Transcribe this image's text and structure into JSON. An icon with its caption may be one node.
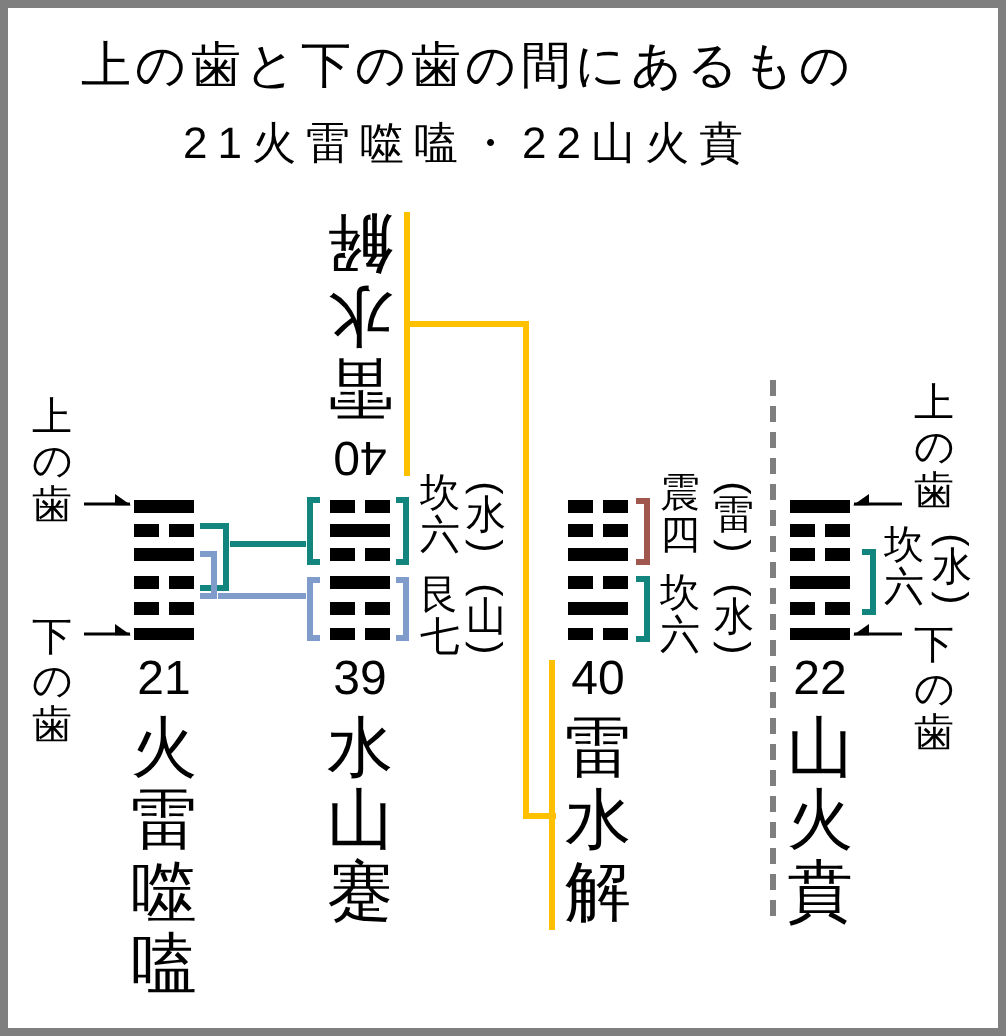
{
  "diagram": {
    "title": "上の歯と下の歯の間にあるもの",
    "nodes": [
      {
        "text": [
          "上の歯"
        ]
      },
      {
        "text": [
          "下の歯"
        ]
      },
      {
        "text": [
          "21",
          "火雷噬嗑"
        ]
      },
      {
        "text": [],
        "shape": "bracket"
      },
      {
        "text": [],
        "shape": "bracket"
      },
      {
        "text": [
          "40",
          "雷水解"
        ]
      },
      {
        "text": [
          "39",
          "水山蹇"
        ]
      },
      {
        "text": [],
        "shape": "bracket"
      },
      {
        "text": [],
        "shape": "bracket"
      },
      {
        "text": [
          "40",
          "雷水解"
        ]
      },
      {
        "text": [
          "22",
          "山火賁"
        ]
      },
      {
        "text": [
          "上の歯"
        ]
      },
      {
        "text": [
          "下の歯"
        ]
      }
    ],
    "edges": [
      {
        "from": 0,
        "to": 2,
        "arrow": "to"
      },
      {
        "from": 1,
        "to": 2,
        "arrow": "to"
      },
      {
        "from": 3,
        "to": 7,
        "arrow": "none",
        "style": "thick",
        "color": "#13857f"
      },
      {
        "from": 4,
        "to": 8,
        "arrow": "none",
        "style": "thick",
        "color": "#7f9ccb"
      },
      {
        "from": 5,
        "to": 9,
        "arrow": "none",
        "style": "thick",
        "color": "#ffc000"
      },
      {
        "from": 11,
        "to": 10,
        "arrow": "to"
      },
      {
        "from": 12,
        "to": 10,
        "arrow": "to"
      }
    ],
    "labels": [
      "21火雷噬嗑・22山火賁",
      "坎六",
      "(水)",
      "艮七",
      "(山)",
      "震四",
      "(雷)",
      "坎六",
      "(水)",
      "坎六",
      "(水)"
    ]
  }
}
